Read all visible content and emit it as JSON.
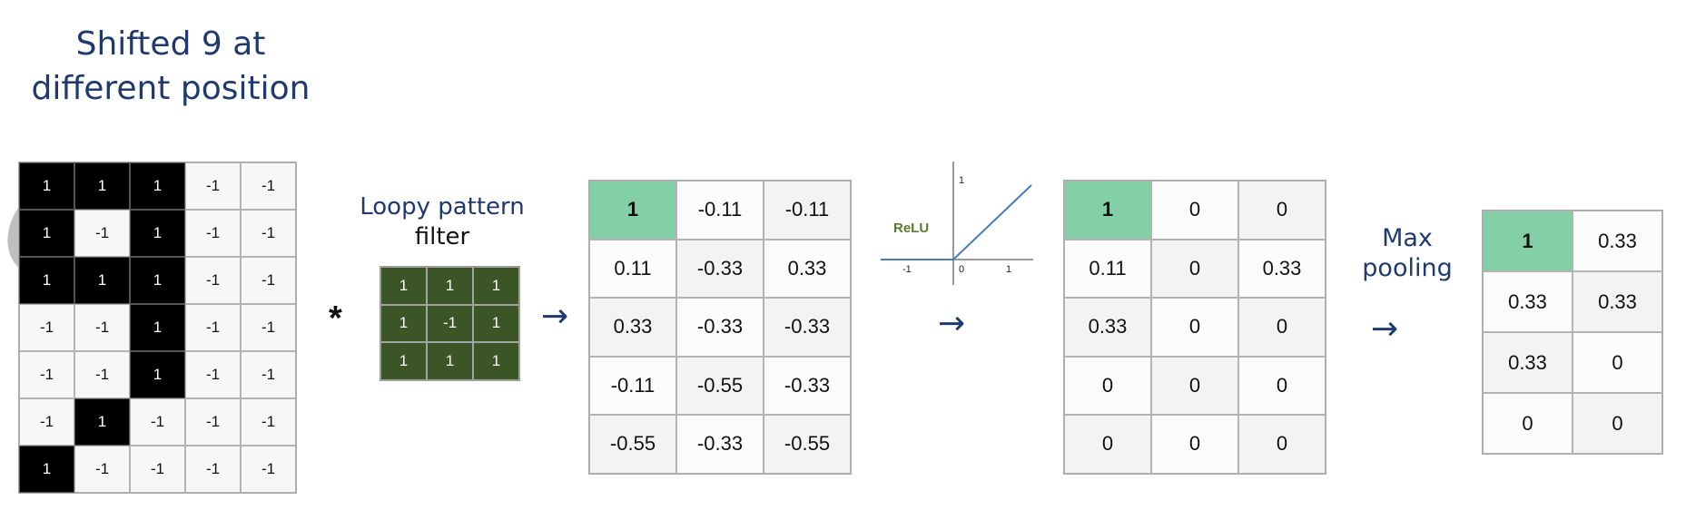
{
  "title": {
    "line1": "Shifted 9 at",
    "line2": "different position"
  },
  "input_grid": {
    "rows": [
      [
        "1",
        "1",
        "1",
        "-1",
        "-1"
      ],
      [
        "1",
        "-1",
        "1",
        "-1",
        "-1"
      ],
      [
        "1",
        "1",
        "1",
        "-1",
        "-1"
      ],
      [
        "-1",
        "-1",
        "1",
        "-1",
        "-1"
      ],
      [
        "-1",
        "-1",
        "1",
        "-1",
        "-1"
      ],
      [
        "-1",
        "1",
        "-1",
        "-1",
        "-1"
      ],
      [
        "1",
        "-1",
        "-1",
        "-1",
        "-1"
      ]
    ]
  },
  "operator": "*",
  "filter": {
    "title_line1": "Loopy pattern",
    "title_line2": "filter",
    "rows": [
      [
        "1",
        "1",
        "1"
      ],
      [
        "1",
        "-1",
        "1"
      ],
      [
        "1",
        "1",
        "1"
      ]
    ],
    "color": "#3c5527"
  },
  "arrow_glyph": "→",
  "conv_output": {
    "rows": [
      [
        "1",
        "-0.11",
        "-0.11"
      ],
      [
        "0.11",
        "-0.33",
        "0.33"
      ],
      [
        "0.33",
        "-0.33",
        "-0.33"
      ],
      [
        "-0.11",
        "-0.55",
        "-0.33"
      ],
      [
        "-0.55",
        "-0.33",
        "-0.55"
      ]
    ]
  },
  "relu_plot": {
    "label": "ReLU",
    "label_color": "#5a7a2e",
    "line_color": "#4a7ac0",
    "x_ticks": [
      "-1",
      "0",
      "1"
    ],
    "y_tick": "1"
  },
  "relu_output": {
    "rows": [
      [
        "1",
        "0",
        "0"
      ],
      [
        "0.11",
        "0",
        "0.33"
      ],
      [
        "0.33",
        "0",
        "0"
      ],
      [
        "0",
        "0",
        "0"
      ],
      [
        "0",
        "0",
        "0"
      ]
    ]
  },
  "pooling": {
    "label_line1": "Max",
    "label_line2": "pooling",
    "rows": [
      [
        "1",
        "0.33"
      ],
      [
        "0.33",
        "0.33"
      ],
      [
        "0.33",
        "0"
      ],
      [
        "0",
        "0"
      ]
    ]
  },
  "highlight_color": "#83d0a6",
  "title_color": "#1f3a6e"
}
